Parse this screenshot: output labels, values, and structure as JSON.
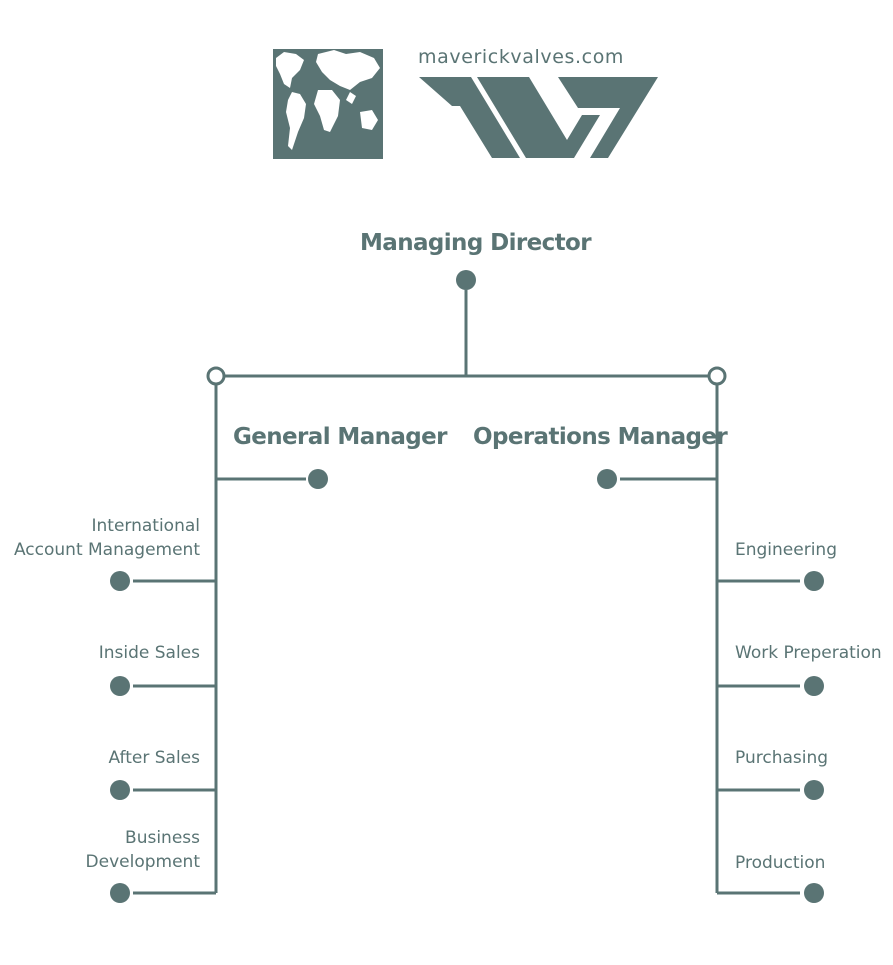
{
  "logo": {
    "website": "maverickvalves.com",
    "map_icon": "world-map-icon",
    "wordmark_icon": "mv-monogram-icon",
    "color": "#5a7474"
  },
  "org_chart": {
    "top": {
      "title": "Managing Director"
    },
    "managers": [
      {
        "title": "General Manager",
        "departments": [
          {
            "lines": [
              "International",
              "Account Management"
            ]
          },
          {
            "lines": [
              "Inside Sales"
            ]
          },
          {
            "lines": [
              "After Sales"
            ]
          },
          {
            "lines": [
              "Business",
              "Development"
            ]
          }
        ]
      },
      {
        "title": "Operations Manager",
        "departments": [
          {
            "lines": [
              "Engineering"
            ]
          },
          {
            "lines": [
              "Work Preperation"
            ]
          },
          {
            "lines": [
              "Purchasing"
            ]
          },
          {
            "lines": [
              "Production"
            ]
          }
        ]
      }
    ]
  },
  "colors": {
    "line": "#5a7474",
    "node": "#5a7474",
    "background": "#ffffff"
  }
}
